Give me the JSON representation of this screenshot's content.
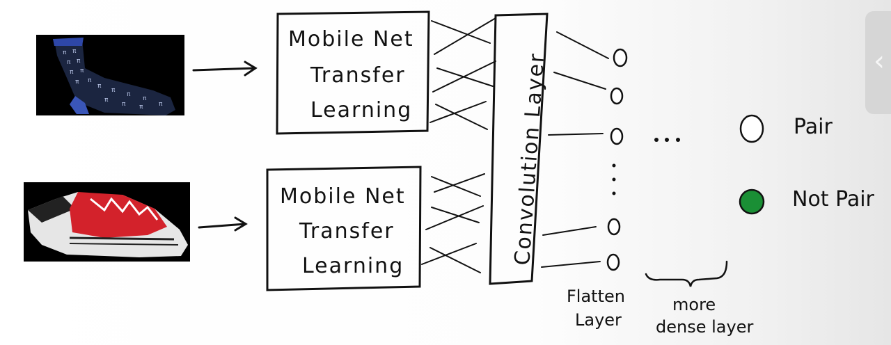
{
  "inputs": [
    {
      "name": "sock image"
    },
    {
      "name": "sneaker sock image"
    }
  ],
  "blocks": {
    "mobilenet_top": {
      "lines": [
        "Mobile Net",
        "Transfer",
        "Learning"
      ]
    },
    "mobilenet_bottom": {
      "lines": [
        "Mobile Net",
        "Transfer",
        "Learning"
      ]
    },
    "convolution": {
      "label": "Convolution Layer"
    }
  },
  "labels": {
    "flatten": [
      "Flatten",
      "Layer"
    ],
    "dense": [
      "more",
      "dense layer"
    ],
    "ellipsis": "..."
  },
  "legend": [
    {
      "label": "Pair",
      "color": "#ffffff"
    },
    {
      "label": "Not Pair",
      "color": "#1a8f35"
    }
  ],
  "colors": {
    "ink": "#111111",
    "not_pair_fill": "#1a8f35"
  }
}
